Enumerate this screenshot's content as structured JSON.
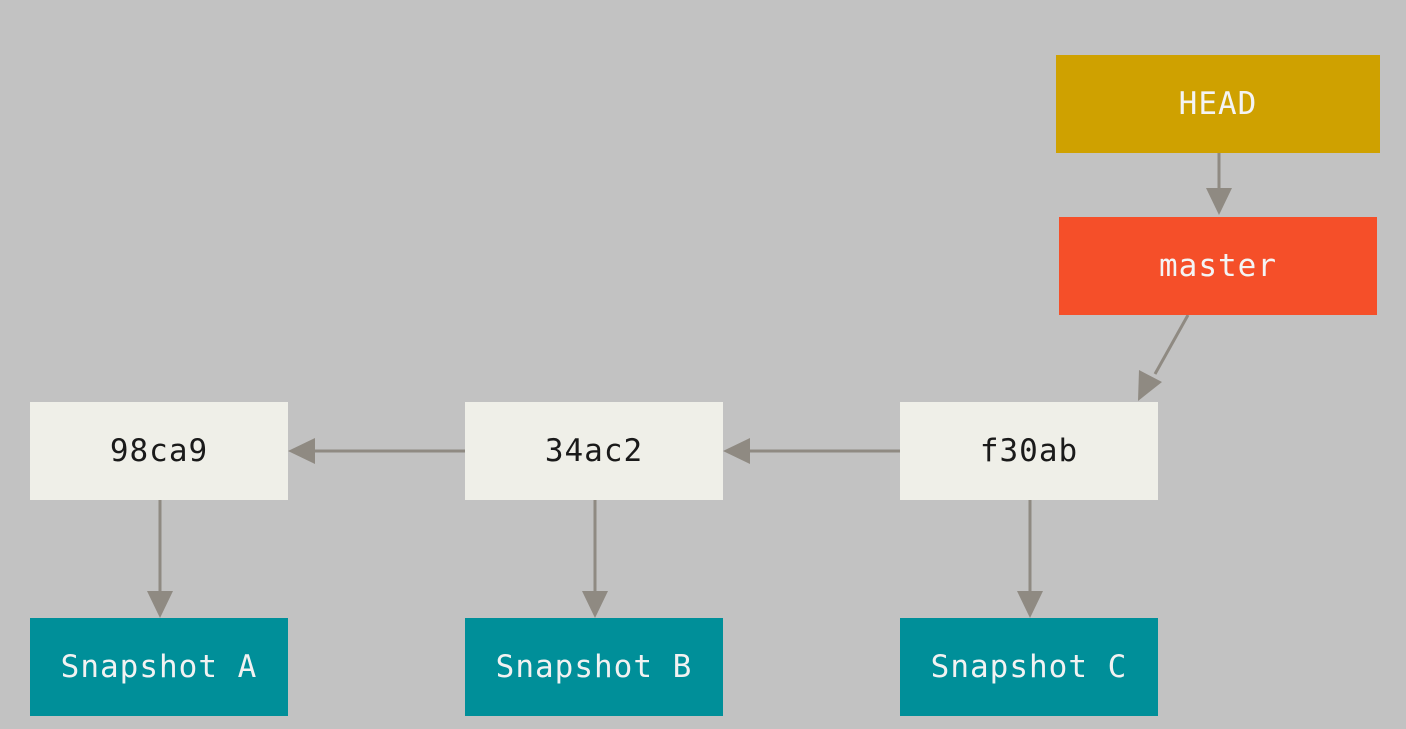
{
  "head": {
    "label": "HEAD"
  },
  "branch": {
    "label": "master"
  },
  "commits": [
    {
      "id": "98ca9"
    },
    {
      "id": "34ac2"
    },
    {
      "id": "f30ab"
    }
  ],
  "snapshots": [
    {
      "label": "Snapshot A"
    },
    {
      "label": "Snapshot B"
    },
    {
      "label": "Snapshot C"
    }
  ],
  "colors": {
    "background": "#c2c2c2",
    "commit": "#efefe8",
    "snapshot": "#008f99",
    "head": "#cfa100",
    "branch": "#f54f29",
    "arrow": "#8f8a82"
  }
}
